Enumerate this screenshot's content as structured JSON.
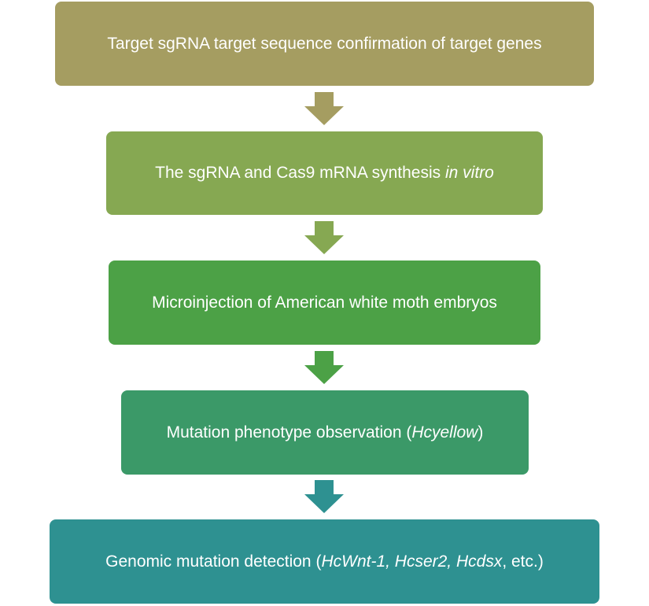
{
  "flowchart": {
    "steps": [
      {
        "text": "Target sgRNA target sequence confirmation of target genes",
        "color": "#a59d61"
      },
      {
        "text_before": "The sgRNA and Cas9 mRNA synthesis ",
        "text_italic": "in vitro",
        "color": "#86a852"
      },
      {
        "text": "Microinjection of American white moth embryos",
        "color": "#4ca146"
      },
      {
        "text_before": "Mutation phenotype observation (",
        "text_italic": "Hcyellow",
        "text_after": ")",
        "color": "#3b9968"
      },
      {
        "text_before": "Genomic mutation detection (",
        "text_italic": "HcWnt-1, Hcser2, Hcdsx",
        "text_after": ", etc.)",
        "color": "#2e9191"
      }
    ],
    "arrows": [
      {
        "icon": "down-arrow-icon",
        "color": "#a59d61"
      },
      {
        "icon": "down-arrow-icon",
        "color": "#86a852"
      },
      {
        "icon": "down-arrow-icon",
        "color": "#4ca146"
      },
      {
        "icon": "down-arrow-icon",
        "color": "#2e9191"
      }
    ]
  }
}
